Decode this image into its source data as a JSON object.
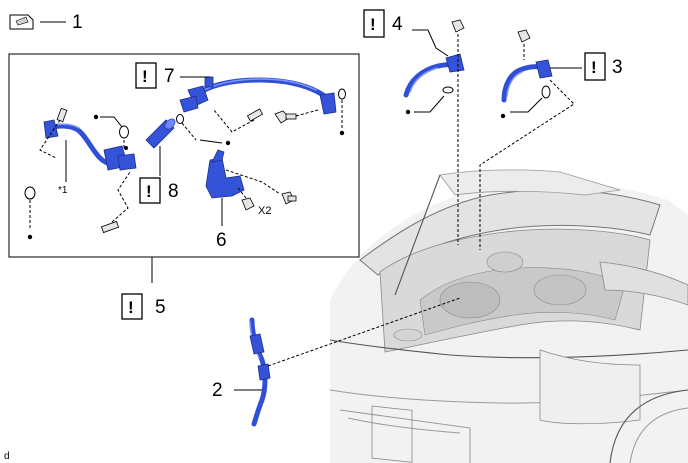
{
  "callouts": {
    "c1": "1",
    "c2": "2",
    "c3": "3",
    "c4": "4",
    "c5": "5",
    "c6": "6",
    "c7": "7",
    "c8": "8"
  },
  "notes": {
    "star1": "*1",
    "x2": "X2",
    "warn": "!",
    "corner": "d"
  },
  "colors": {
    "part_blue": "#2f4fd6",
    "line": "#000000"
  },
  "icons": [
    "note-icon",
    "warning-icon",
    "bullet-dot"
  ]
}
